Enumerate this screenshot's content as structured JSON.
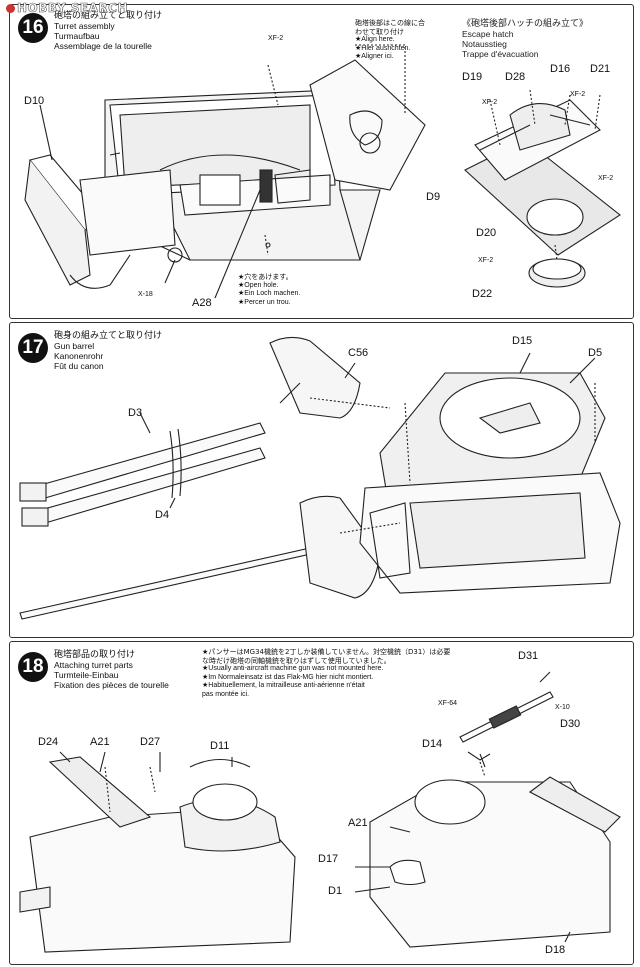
{
  "watermark": "HOBBY SEARCH",
  "steps": [
    {
      "number": "16",
      "title_jp": "砲塔の組み立てと取り付け",
      "title_en": "Turret assembly",
      "title_de": "Turmaufbau",
      "title_fr": "Assemblage de la tourelle",
      "align_note": {
        "jp1": "砲塔後部はこの線に合",
        "jp2": "わせて取り付け",
        "en": "★Align here.",
        "de": "★Hier ausrichten.",
        "fr": "★Aligner ici."
      },
      "hole_note": {
        "jp": "★穴をあけます。",
        "en": "★Open hole.",
        "de": "★Ein Loch machen.",
        "fr": "★Percer un trou."
      },
      "subassembly": {
        "jp": "《砲塔後部ハッチの組み立て》",
        "en": "Escape hatch",
        "de": "Notausstieg",
        "fr": "Trappe d'évacuation"
      },
      "labels": {
        "d10": "D10",
        "xf2_top": "XF-2",
        "x18": "X-18",
        "a28": "A28",
        "d19": "D19",
        "d28": "D28",
        "d16": "D16",
        "d21": "D21",
        "xf2_a": "XF-2",
        "xf2_b": "XF-2",
        "xf2_c": "XF-2",
        "d9": "D9",
        "d20": "D20",
        "xf2_d": "XF-2",
        "d22": "D22"
      }
    },
    {
      "number": "17",
      "title_jp": "砲身の組み立てと取り付け",
      "title_en": "Gun barrel",
      "title_de": "Kanonenrohr",
      "title_fr": "Fût du canon",
      "labels": {
        "c56": "C56",
        "d15": "D15",
        "d5": "D5",
        "d3": "D3",
        "d4": "D4"
      }
    },
    {
      "number": "18",
      "title_jp": "砲塔部品の取り付け",
      "title_en": "Attaching turret parts",
      "title_de": "Turmteile-Einbau",
      "title_fr": "Fixation des pièces de tourelle",
      "note": {
        "jp1": "★パンサーはMG34機銃を2丁しか装備していません。対空機銃（D31）は必要",
        "jp2": "な時だけ砲塔の同軸機銃を取りはずして使用していました。",
        "en": "★Usually anti-aircraft machine gun was not mounted here.",
        "de": "★Im Normaleinsatz ist das Flak-MG hier nicht montiert.",
        "fr1": "★Habituellement, la mitrailleuse anti-aérienne n'était",
        "fr2": "pas montée ici."
      },
      "labels": {
        "d31": "D31",
        "xf64": "XF-64",
        "x10": "X-10",
        "d30": "D30",
        "d14": "D14",
        "d24": "D24",
        "a21_left": "A21",
        "d27": "D27",
        "d11": "D11",
        "a21_right": "A21",
        "d17": "D17",
        "d1": "D1",
        "d18": "D18"
      }
    }
  ]
}
